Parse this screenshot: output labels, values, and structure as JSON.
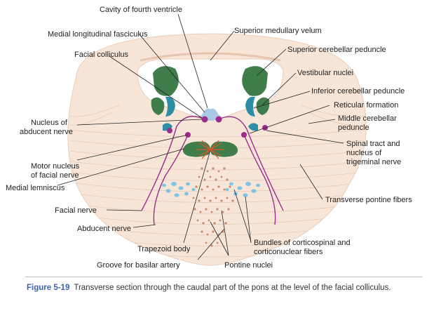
{
  "labels": {
    "cavity": "Cavity of fourth ventricle",
    "mlf": "Medial longitudinal fasciculus",
    "facial_colliculus": "Facial colliculus",
    "nucleus_abducent_1": "Nucleus of",
    "nucleus_abducent_2": "abducent nerve",
    "motor_facial_1": "Motor nucleus",
    "motor_facial_2": "of facial nerve",
    "medial_lemniscus": "Medial lemniscus",
    "facial_nerve": "Facial nerve",
    "abducent_nerve": "Abducent nerve",
    "trapezoid": "Trapezoid body",
    "groove": "Groove for basilar artery",
    "sup_velum": "Superior medullary velum",
    "sup_cereb_ped": "Superior cerebellar peduncle",
    "vestibular": "Vestibular nuclei",
    "inf_cereb_ped": "Inferior cerebellar peduncle",
    "reticular": "Reticular formation",
    "middle_cereb_ped_1": "Middle cerebellar",
    "middle_cereb_ped_2": "peduncle",
    "spinal_tract_1": "Spinal tract and",
    "spinal_tract_2": "nucleus of",
    "spinal_tract_3": "trigeminal nerve",
    "transverse_pontine": "Transverse pontine fibers",
    "bundles_1": "Bundles of corticospinal and",
    "bundles_2": "corticonuclear fibers",
    "pontine_nuclei": "Pontine nuclei"
  },
  "caption": {
    "figure_number": "Figure 5-19",
    "text": "Transverse section through the caudal part of the pons at the level of the facial colliculus."
  },
  "colors": {
    "tissue": "#f7e6d8",
    "fiber_lines": "#e3c9b6",
    "nucleus_green": "#3f7d4a",
    "peduncle_blue": "#2e8ea8",
    "nerve_purple": "#9b2d8c",
    "trapezoid_orange": "#d9562a",
    "pontine_dots": "#c98a6e",
    "corticospinal_blue": "#7cc3e6",
    "caption_accent": "#3b63b0"
  }
}
